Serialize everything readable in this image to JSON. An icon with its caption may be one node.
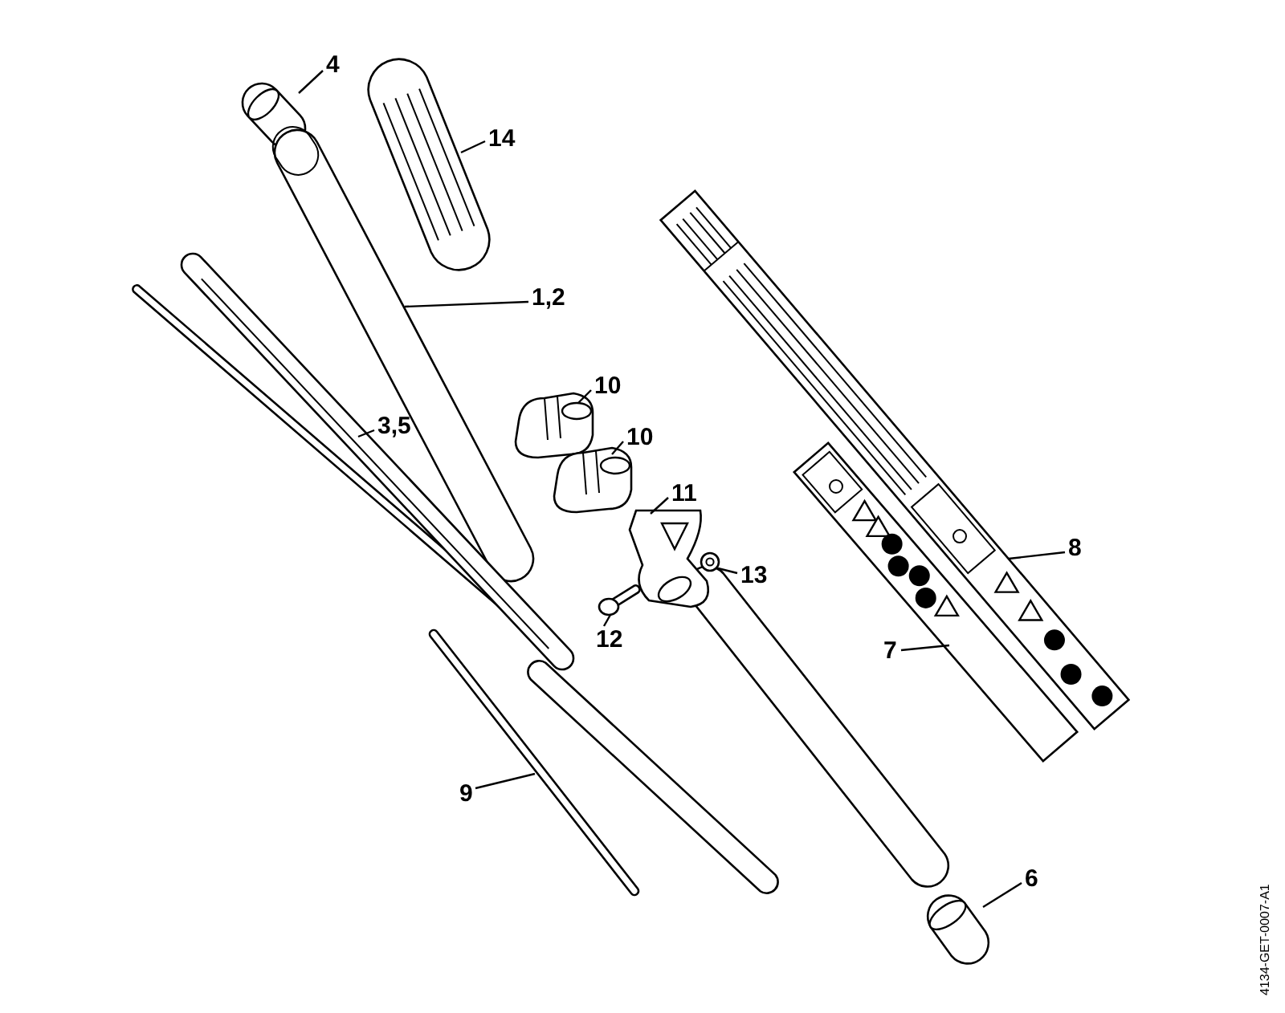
{
  "diagram": {
    "nodes": [
      {
        "text": [
          "4"
        ]
      },
      {
        "text": [
          "14"
        ]
      },
      {
        "text": [
          "1,2"
        ]
      },
      {
        "text": [
          "3,5"
        ]
      },
      {
        "text": [
          "10"
        ]
      },
      {
        "text": [
          "10"
        ]
      },
      {
        "text": [
          "11"
        ]
      },
      {
        "text": [
          "8"
        ]
      },
      {
        "text": [
          "13"
        ]
      },
      {
        "text": [
          "12"
        ]
      },
      {
        "text": [
          "7"
        ]
      },
      {
        "text": [
          "9"
        ]
      },
      {
        "text": [
          "6"
        ]
      },
      {
        "text": [],
        "shape": "picture"
      },
      {
        "text": [],
        "shape": "picture"
      },
      {
        "text": [],
        "shape": "picture"
      },
      {
        "text": [],
        "shape": "picture"
      },
      {
        "text": [],
        "shape": "picture"
      },
      {
        "text": [],
        "shape": "picture"
      },
      {
        "text": [],
        "shape": "picture"
      },
      {
        "text": [],
        "shape": "picture"
      },
      {
        "text": [],
        "shape": "picture"
      },
      {
        "text": [],
        "shape": "picture"
      },
      {
        "text": [],
        "shape": "picture"
      },
      {
        "text": [],
        "shape": "picture"
      },
      {
        "text": [],
        "shape": "picture"
      }
    ],
    "edges": [
      {
        "from": 0,
        "to": 13,
        "arrow": "none"
      },
      {
        "from": 1,
        "to": 14,
        "arrow": "none"
      },
      {
        "from": 2,
        "to": 15,
        "arrow": "none"
      },
      {
        "from": 3,
        "to": 16,
        "arrow": "none"
      },
      {
        "from": 4,
        "to": 17,
        "arrow": "none"
      },
      {
        "from": 5,
        "to": 18,
        "arrow": "none"
      },
      {
        "from": 6,
        "to": 19,
        "arrow": "none"
      },
      {
        "from": 7,
        "to": 20,
        "arrow": "none"
      },
      {
        "from": 8,
        "to": 21,
        "arrow": "none"
      },
      {
        "from": 9,
        "to": 22,
        "arrow": "none"
      },
      {
        "from": 10,
        "to": 23,
        "arrow": "none"
      },
      {
        "from": 11,
        "to": 24,
        "arrow": "none"
      },
      {
        "from": 12,
        "to": 25,
        "arrow": "none"
      }
    ],
    "labels": [
      "4134-GET-0007-A1"
    ]
  }
}
